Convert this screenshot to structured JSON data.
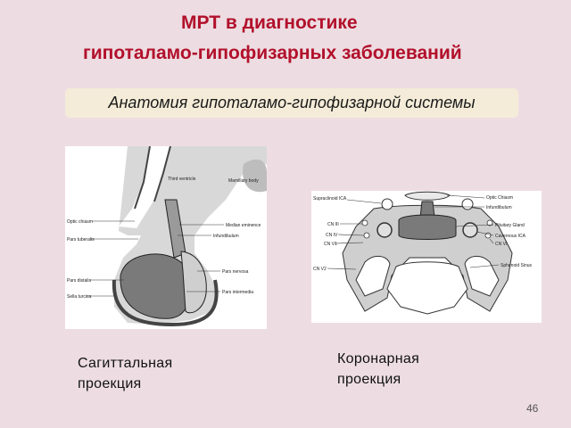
{
  "slide": {
    "title_line1": "МРТ в диагностике",
    "title_line2": "гипоталамо-гипофизарных заболеваний",
    "subtitle": "Анатомия гипоталамо-гипофизарной системы",
    "page_number": "46"
  },
  "sagittal": {
    "caption_line1": "Сагиттальная",
    "caption_line2": "проекция",
    "labels": {
      "third_ventricle": "Third ventricle",
      "mamillary_body": "Mamillary body",
      "optic_chiasm": "Optic chiasm",
      "median_eminence": "Median eminence",
      "pars_tuberalis": "Pars tuberalis",
      "infundibulum": "Infundibulum",
      "pars_nervosa": "Pars nervosa",
      "pars_distalis": "Pars distalis",
      "pars_intermedia": "Pars intermedia",
      "sella_turcica": "Sella turcica"
    }
  },
  "coronal": {
    "caption_line1": "Коронарная",
    "caption_line2": "проекция",
    "labels": {
      "supraclinoid_ica": "Supraclinoid ICA",
      "optic_chiasm": "Optic Chiasm",
      "infundibulum": "Infundibulum",
      "cn3": "CN III",
      "pituitary_gland": "Pituitary Gland",
      "cn4": "CN IV",
      "cavernous_ica": "Cavernous ICA",
      "cn5_1": "CN V1",
      "cn6": "CN VI",
      "cn5_2": "CN V2",
      "sphenoid_sinus": "Sphenoid Sinus"
    }
  }
}
